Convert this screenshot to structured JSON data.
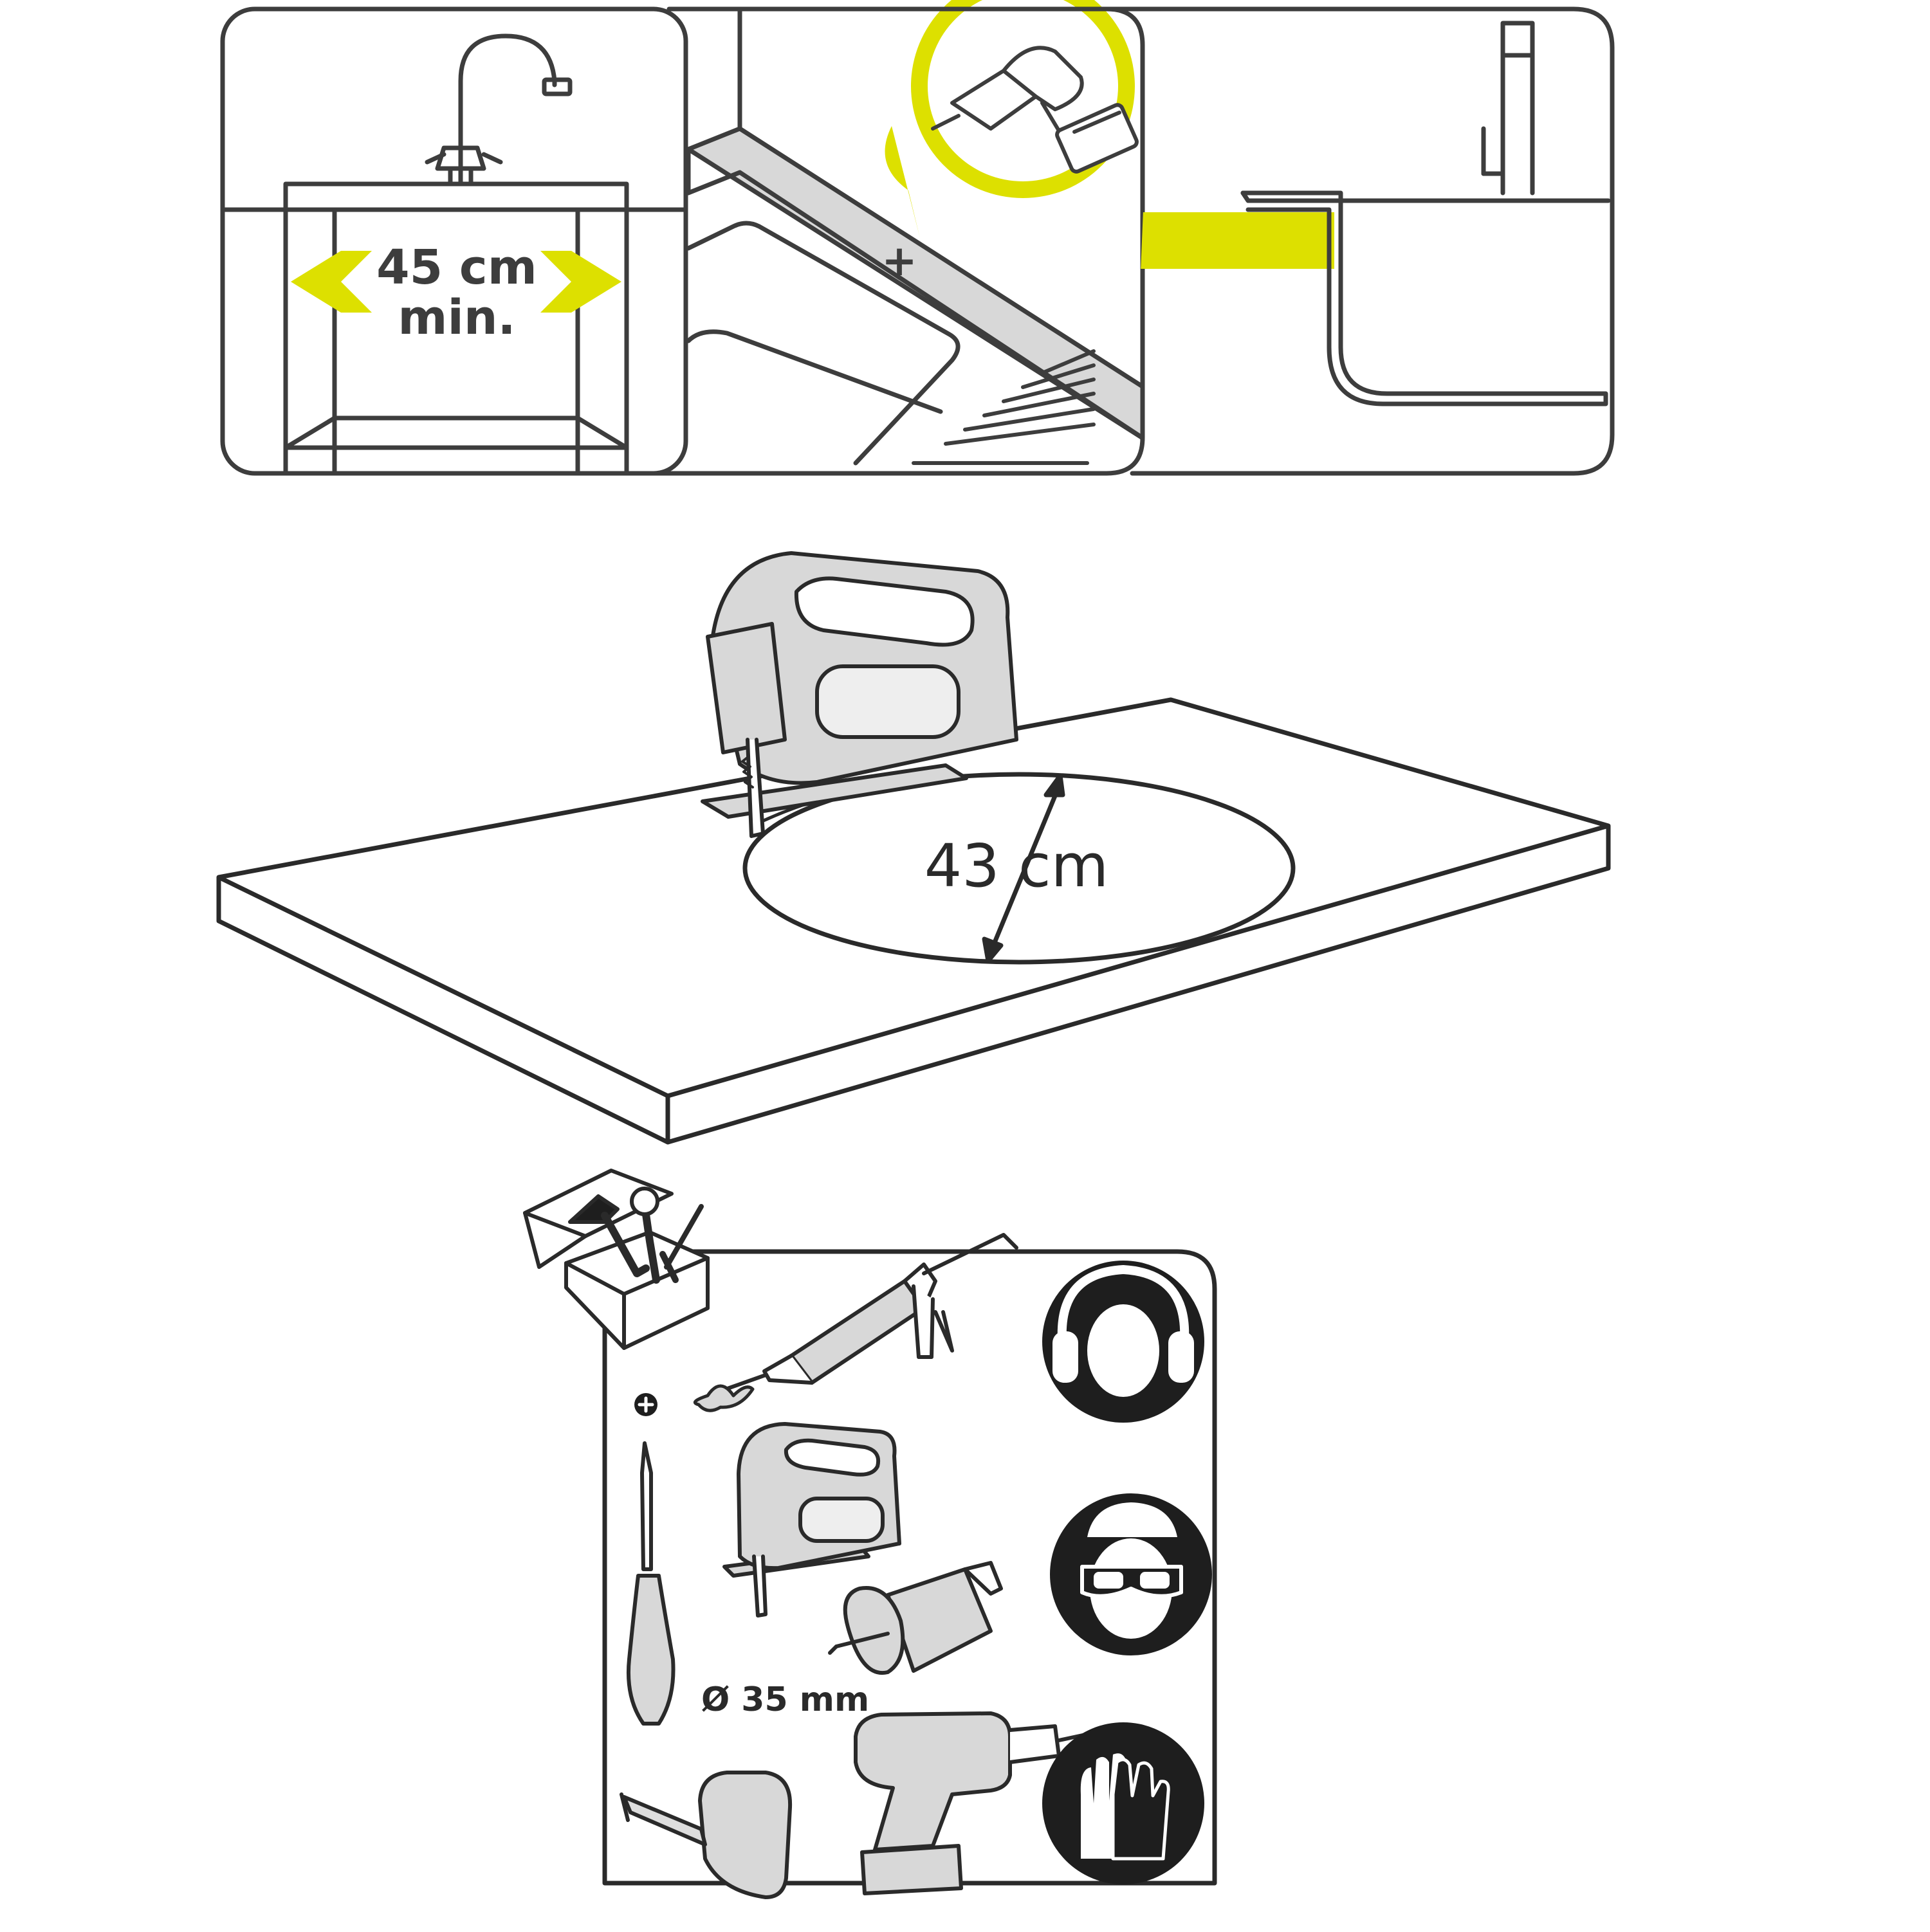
{
  "colors": {
    "accent": "#dde000",
    "stroke": "#3d3d3d",
    "fill_grey": "#d8d8d8",
    "fill_dark": "#1e1e1e",
    "background": "#ffffff"
  },
  "panel_top": {
    "min_width_value": "45 cm",
    "min_width_suffix": "min.",
    "drill_mark": "+"
  },
  "worktop": {
    "cutout_diameter": "43 cm"
  },
  "tools": {
    "hole_saw_size": "Ø 35 mm",
    "icons": [
      "toolbox-icon",
      "caulking-gun-icon",
      "sealant-icon",
      "jigsaw-icon",
      "screwdriver-icon",
      "hole-saw-icon",
      "cordless-drill-icon",
      "tape-measure-icon"
    ],
    "ppe": [
      "hearing-protection-icon",
      "safety-goggles-icon",
      "protective-gloves-icon"
    ]
  }
}
